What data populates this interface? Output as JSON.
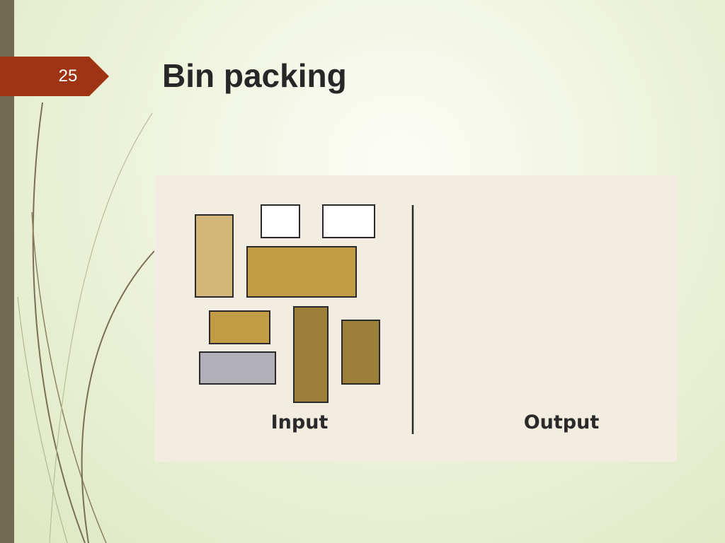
{
  "slide": {
    "number": "25",
    "title": "Bin packing"
  },
  "diagram": {
    "input_label": "Input",
    "output_label": "Output",
    "items": [
      {
        "name": "item-tall-tan",
        "color": "#d3b679"
      },
      {
        "name": "item-small-white",
        "color": "#ffffff"
      },
      {
        "name": "item-wide-white",
        "color": "#ffffff"
      },
      {
        "name": "item-large-gold",
        "color": "#c29c44"
      },
      {
        "name": "item-small-gold",
        "color": "#c29c44"
      },
      {
        "name": "item-tall-brown",
        "color": "#9c7f38"
      },
      {
        "name": "item-medium-brown",
        "color": "#9c7f38"
      },
      {
        "name": "item-gray",
        "color": "#b0b0b6"
      }
    ]
  },
  "colors": {
    "accent_badge": "#9e3414",
    "left_bar": "#726a52",
    "figure_background": "#f2ede0"
  }
}
